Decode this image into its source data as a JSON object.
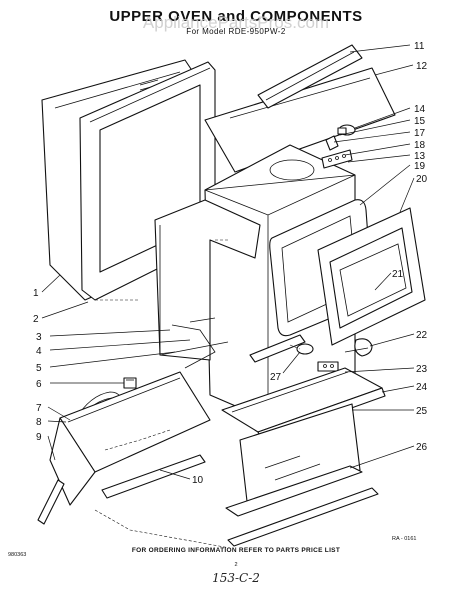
{
  "title": "UPPER OVEN and COMPONENTS",
  "subtitle": "For Model RDE-950PW-2",
  "watermark": "AppliancePartsPros.com",
  "callouts": [
    {
      "id": "c1",
      "label": "1"
    },
    {
      "id": "c2",
      "label": "2"
    },
    {
      "id": "c3",
      "label": "3"
    },
    {
      "id": "c4",
      "label": "4"
    },
    {
      "id": "c5",
      "label": "5"
    },
    {
      "id": "c6",
      "label": "6"
    },
    {
      "id": "c7",
      "label": "7"
    },
    {
      "id": "c8",
      "label": "8"
    },
    {
      "id": "c9",
      "label": "9"
    },
    {
      "id": "c10",
      "label": "10"
    },
    {
      "id": "c11",
      "label": "11"
    },
    {
      "id": "c12",
      "label": "12"
    },
    {
      "id": "c13",
      "label": "13"
    },
    {
      "id": "c14",
      "label": "14"
    },
    {
      "id": "c15",
      "label": "15"
    },
    {
      "id": "c17",
      "label": "17"
    },
    {
      "id": "c18",
      "label": "18"
    },
    {
      "id": "c19",
      "label": "19"
    },
    {
      "id": "c20",
      "label": "20"
    },
    {
      "id": "c21",
      "label": "21"
    },
    {
      "id": "c22",
      "label": "22"
    },
    {
      "id": "c23",
      "label": "23"
    },
    {
      "id": "c24",
      "label": "24"
    },
    {
      "id": "c25",
      "label": "25"
    },
    {
      "id": "c26",
      "label": "26"
    },
    {
      "id": "c27",
      "label": "27"
    }
  ],
  "figure_code": "RA - 0161",
  "doc_code": "980363",
  "footer_note": "FOR ORDERING INFORMATION REFER TO PARTS PRICE LIST",
  "page_number": "2",
  "handwritten_note": "153-C-2"
}
